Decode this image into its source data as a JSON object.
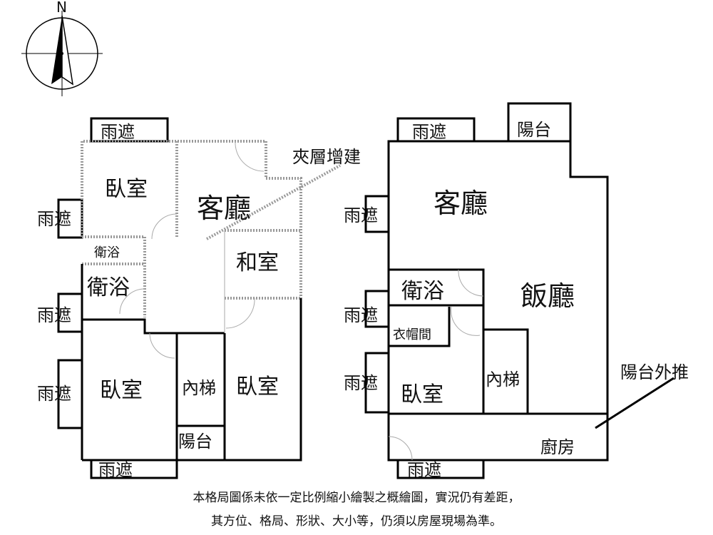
{
  "compass": {
    "north_label": "N"
  },
  "left_plan": {
    "canopy": "雨遮",
    "bedroom": "臥室",
    "living_room": "客廳",
    "bathroom": "衛浴",
    "japanese_room": "和室",
    "inner_stairs": "內梯",
    "balcony": "陽台",
    "mezzanine_note": "夾層增建"
  },
  "right_plan": {
    "canopy": "雨遮",
    "balcony": "陽台",
    "living_room": "客廳",
    "dining_room": "飯廳",
    "bathroom": "衛浴",
    "closet": "衣帽間",
    "bedroom": "臥室",
    "inner_stairs": "內梯",
    "kitchen": "廚房",
    "balcony_extension_note": "陽台外推"
  },
  "disclaimer": {
    "line1": "本格局圖係未依一定比例縮小繪製之概繪圖，實況仍有差距，",
    "line2": "其方位、格局、形狀、大小等，仍須以房屋現場為準。"
  }
}
